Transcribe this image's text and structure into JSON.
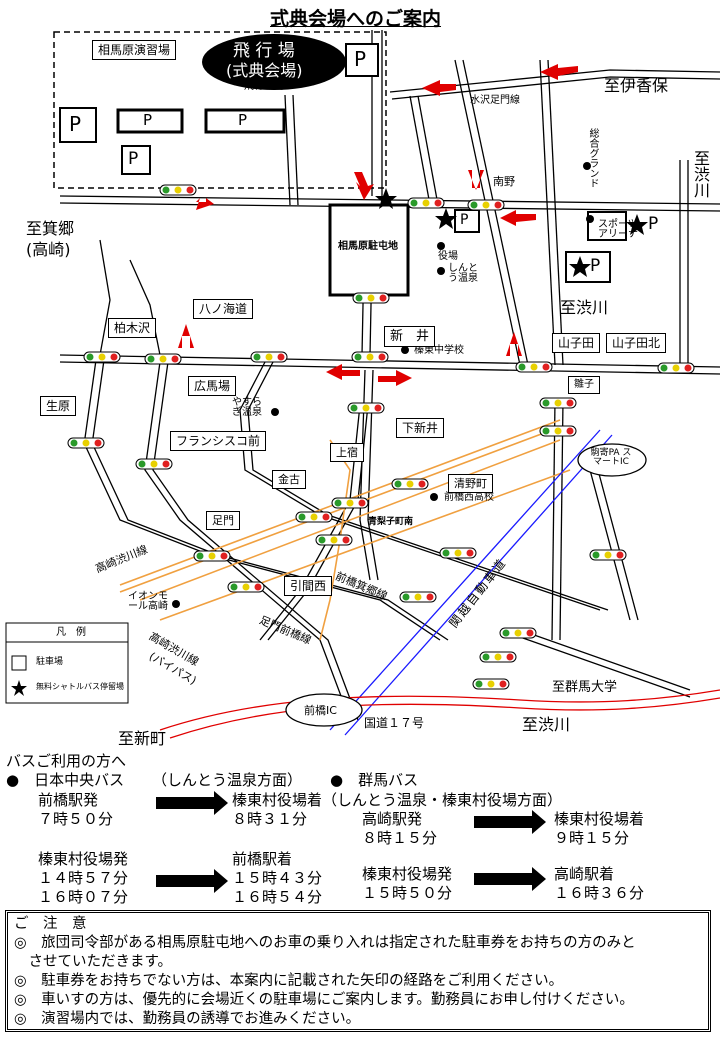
{
  "title": "式典会場へのご案内",
  "venue": {
    "line1": "飛 行 場",
    "line2": "(式典会場)",
    "gate": "飛行場門"
  },
  "places": {
    "enshujo": "相馬原演習場",
    "chutonchi": "相馬原駐屯地",
    "p": "P",
    "sogo_grand": "総合グランド",
    "sports_arena": "スポーツアリーナ",
    "yakuba": "役場",
    "shinto_onsen": "しんとう温泉",
    "shinto_chugakko": "榛東中学校",
    "yasuragi_onsen": "やすらぎ温泉",
    "maebashi_koko": "前橋西高校",
    "aeon": "イオンモール高崎",
    "komagata_pa": "駒寄PA スマートIC",
    "maebashi_ic": "前橋IC",
    "route17": "国道１７号"
  },
  "directions": {
    "ikaho": "至伊香保",
    "shibukawa_right": "至渋川",
    "shibukawa_mid": "至渋川",
    "shibukawa_bottom": "至渋川",
    "minowa": "至箕郷",
    "takasaki": "(高崎)",
    "shinmachi": "至新町",
    "gunma_univ": "至群馬大学"
  },
  "intersections": {
    "minamino": "南野",
    "hachinokaido": "八ノ海道",
    "kashiwagizawa": "柏木沢",
    "shinai": "新　井",
    "yamakoda": "山子田",
    "yamakoda_kita": "山子田北",
    "hiroumaba": "広馬場",
    "namu": "生原",
    "francisco": "フランシスコ前",
    "shimoarai": "下新井",
    "hinako": "雛子",
    "kamijuku": "上宿",
    "kiyonocho": "清野町",
    "kaneko": "金古",
    "ashikado": "足門",
    "aonashikocho": "青梨子町南",
    "hikimanishi": "引間西"
  },
  "roads": {
    "mizusawa": "水沢足門線",
    "takasaki_shibukawa": "高崎渋川線",
    "maebashi_minowa": "前橋箕郷線",
    "ashikado_maebashi": "足門前橋線",
    "bypass1": "高崎渋川線",
    "bypass2": "(バイパス)",
    "kanetsu": "関越自動車道"
  },
  "legend": {
    "title": "凡　例",
    "parking": "駐車場",
    "shuttle": "無料シャトルバス停留場"
  },
  "bus": {
    "heading": "バスご利用の方へ",
    "company1": "●　日本中央バス",
    "route1": "（しんとう温泉方面）",
    "company2": "●　群馬バス",
    "a_from": "前橋駅発",
    "a_from_time": "７時５０分",
    "a_to": "榛東村役場着（しんとう温泉・榛東村役場方面）",
    "a_to_time": "８時３１分",
    "b_from": "高崎駅発",
    "b_from_time": "８時１５分",
    "b_to": "榛東村役場着",
    "b_to_time": "９時１５分",
    "c_from": "榛東村役場発",
    "c_from_time1": "１４時５７分",
    "c_from_time2": "１６時０７分",
    "c_to": "前橋駅着",
    "c_to_time1": "１５時４３分",
    "c_to_time2": "１６時５４分",
    "d_from": "榛東村役場発",
    "d_from_time": "１５時５０分",
    "d_to": "高崎駅着",
    "d_to_time": "１６時３６分"
  },
  "notes": {
    "heading": "ご　注　意",
    "n1a": "◎　旅団司令部がある相馬原駐屯地へのお車の乗り入れは指定された駐車券をお持ちの方のみと",
    "n1b": "　させていただきます。",
    "n2": "◎　駐車券をお持ちでない方は、本案内に記載された矢印の経路をご利用ください。",
    "n3": "◎　車いすの方は、優先的に会場近くの駐車場にご案内します。勤務員にお申し付けください。",
    "n4": "◎　演習場内では、勤務員の誘導でお進みください。"
  },
  "colors": {
    "arrow": "#e00000",
    "rail": "#f0a040",
    "route17": "#e00000",
    "expressway": "#1a1aff",
    "sig_green": "#2a9a2a",
    "sig_yellow": "#e8d000",
    "sig_red": "#e02020"
  }
}
